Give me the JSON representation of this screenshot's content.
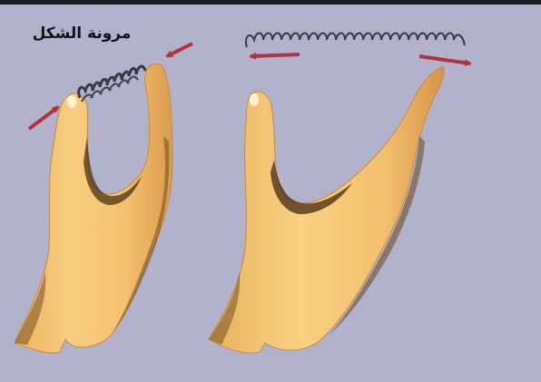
{
  "caption": "مرونة الشكل",
  "colors": {
    "background": "#b3b2cc",
    "border": "#1c1c24",
    "bone_fill": "#f6c778",
    "bone_shadow": "#4a3016",
    "spring": "#3a3a46",
    "arrow": "#b3323c",
    "caption_text": "#121216"
  },
  "illustration": {
    "left_shape": "compressed-bone-with-spring",
    "right_shape": "relaxed-bone",
    "spring_state_left": "compressed",
    "spring_state_right": "stretched",
    "arrows_left": [
      "arrow-inward-right",
      "arrow-inward-left"
    ],
    "arrows_right": [
      "arrow-outward-left",
      "arrow-outward-right"
    ]
  }
}
